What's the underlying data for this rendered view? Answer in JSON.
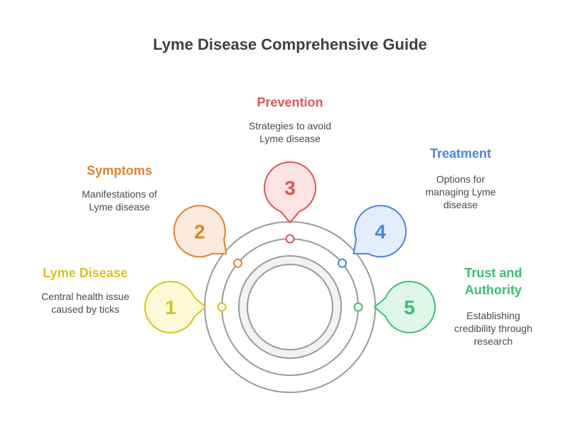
{
  "title": "Lyme Disease Comprehensive Guide",
  "colors": {
    "ring": "#9a9a9a",
    "inner_fill": "#f2f2f2"
  },
  "steps": [
    {
      "number": "1",
      "heading": "Lyme Disease",
      "description": "Central health issue\ncaused by ticks",
      "color": "#d9c21f",
      "fill": "#fdf8d6"
    },
    {
      "number": "2",
      "heading": "Symptoms",
      "description": "Manifestations of\nLyme disease",
      "color": "#dd8434",
      "fill": "#fdeadb"
    },
    {
      "number": "3",
      "heading": "Prevention",
      "description": "Strategies to avoid\nLyme disease",
      "color": "#dd5555",
      "fill": "#fde3e3"
    },
    {
      "number": "4",
      "heading": "Treatment",
      "description": "Options for\nmanaging Lyme\ndisease",
      "color": "#4a86dd",
      "fill": "#e4edfb"
    },
    {
      "number": "5",
      "heading": "Trust and\nAuthority",
      "description": "Establishing\ncredibility through\nresearch",
      "color": "#3cbe72",
      "fill": "#dff7ea"
    }
  ]
}
